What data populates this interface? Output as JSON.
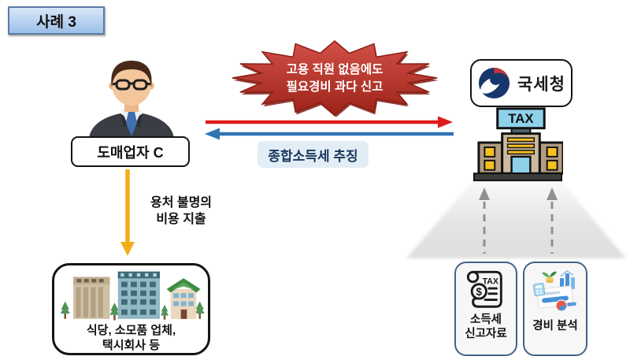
{
  "case_label": "사례 3",
  "wholesaler_label": "도매업자 C",
  "starburst": {
    "line1": "고용 직원 없음에도",
    "line2": "필요경비 과다 신고"
  },
  "tax_claim_label": "종합소득세 추징",
  "nts": {
    "name": "국세청",
    "building_sign": "TAX"
  },
  "expense_note": {
    "line1": "용처 불명의",
    "line2": "비용 지출"
  },
  "businesses": {
    "line1": "식당, 소모품 업체,",
    "line2": "택시회사 등"
  },
  "documents": {
    "income_report": {
      "icon_text": "TAX",
      "icon_symbol": "$",
      "line1": "소득세",
      "line2": "신고자료"
    },
    "expense_analysis": {
      "label": "경비 분석"
    }
  },
  "colors": {
    "starburst_red_light": "#d25048",
    "starburst_red_dark": "#9c2318",
    "arrow_red": "#e01b1b",
    "arrow_blue": "#2e74b5",
    "arrow_yellow": "#f2ae1a",
    "claim_text_navy": "#17375d",
    "claim_bg": "#e2edf5",
    "case_badge_blue": "#aecbec",
    "taegeuk_navy": "#16376b",
    "taegeuk_red": "#c8333f",
    "building_sign_blue": "#8ed1ea",
    "building_tan": "#cdb9a0",
    "window_yellow": "#f5c020",
    "doc_border_slate": "#46618a",
    "dashed_arrow_gray": "#909090"
  }
}
